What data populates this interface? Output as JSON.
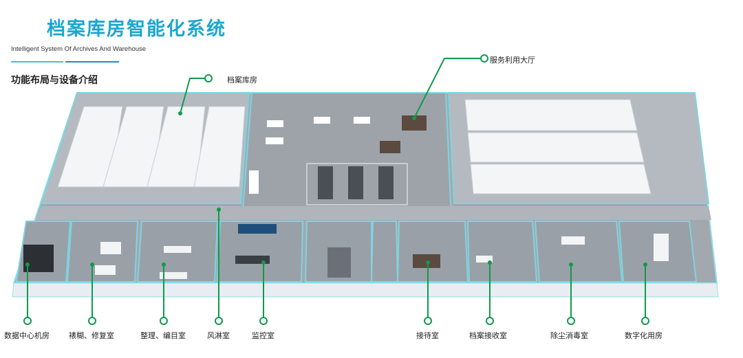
{
  "header": {
    "title": "档案库房智能化系统",
    "subtitle": "Intelligent System Of Archives And Warehouse",
    "section": "功能布局与设备介绍",
    "accent": "#1aa7cf"
  },
  "labels": {
    "archive_room": "档案库房",
    "service_hall": "服务利用大厅",
    "data_center": "数据中心机房",
    "mounting_repair": "裱糊、修复室",
    "sorting_cataloging": "整理、编目室",
    "air_shower": "风淋室",
    "monitoring": "监控室",
    "reception": "接待室",
    "archive_receiving": "档案接收室",
    "dust_disinfection": "除尘消毒室",
    "digital_room": "数字化用房"
  },
  "colors": {
    "marker": "#0f9a4a",
    "wall": "#7fd3e0",
    "floor": "#9aa0a7"
  }
}
